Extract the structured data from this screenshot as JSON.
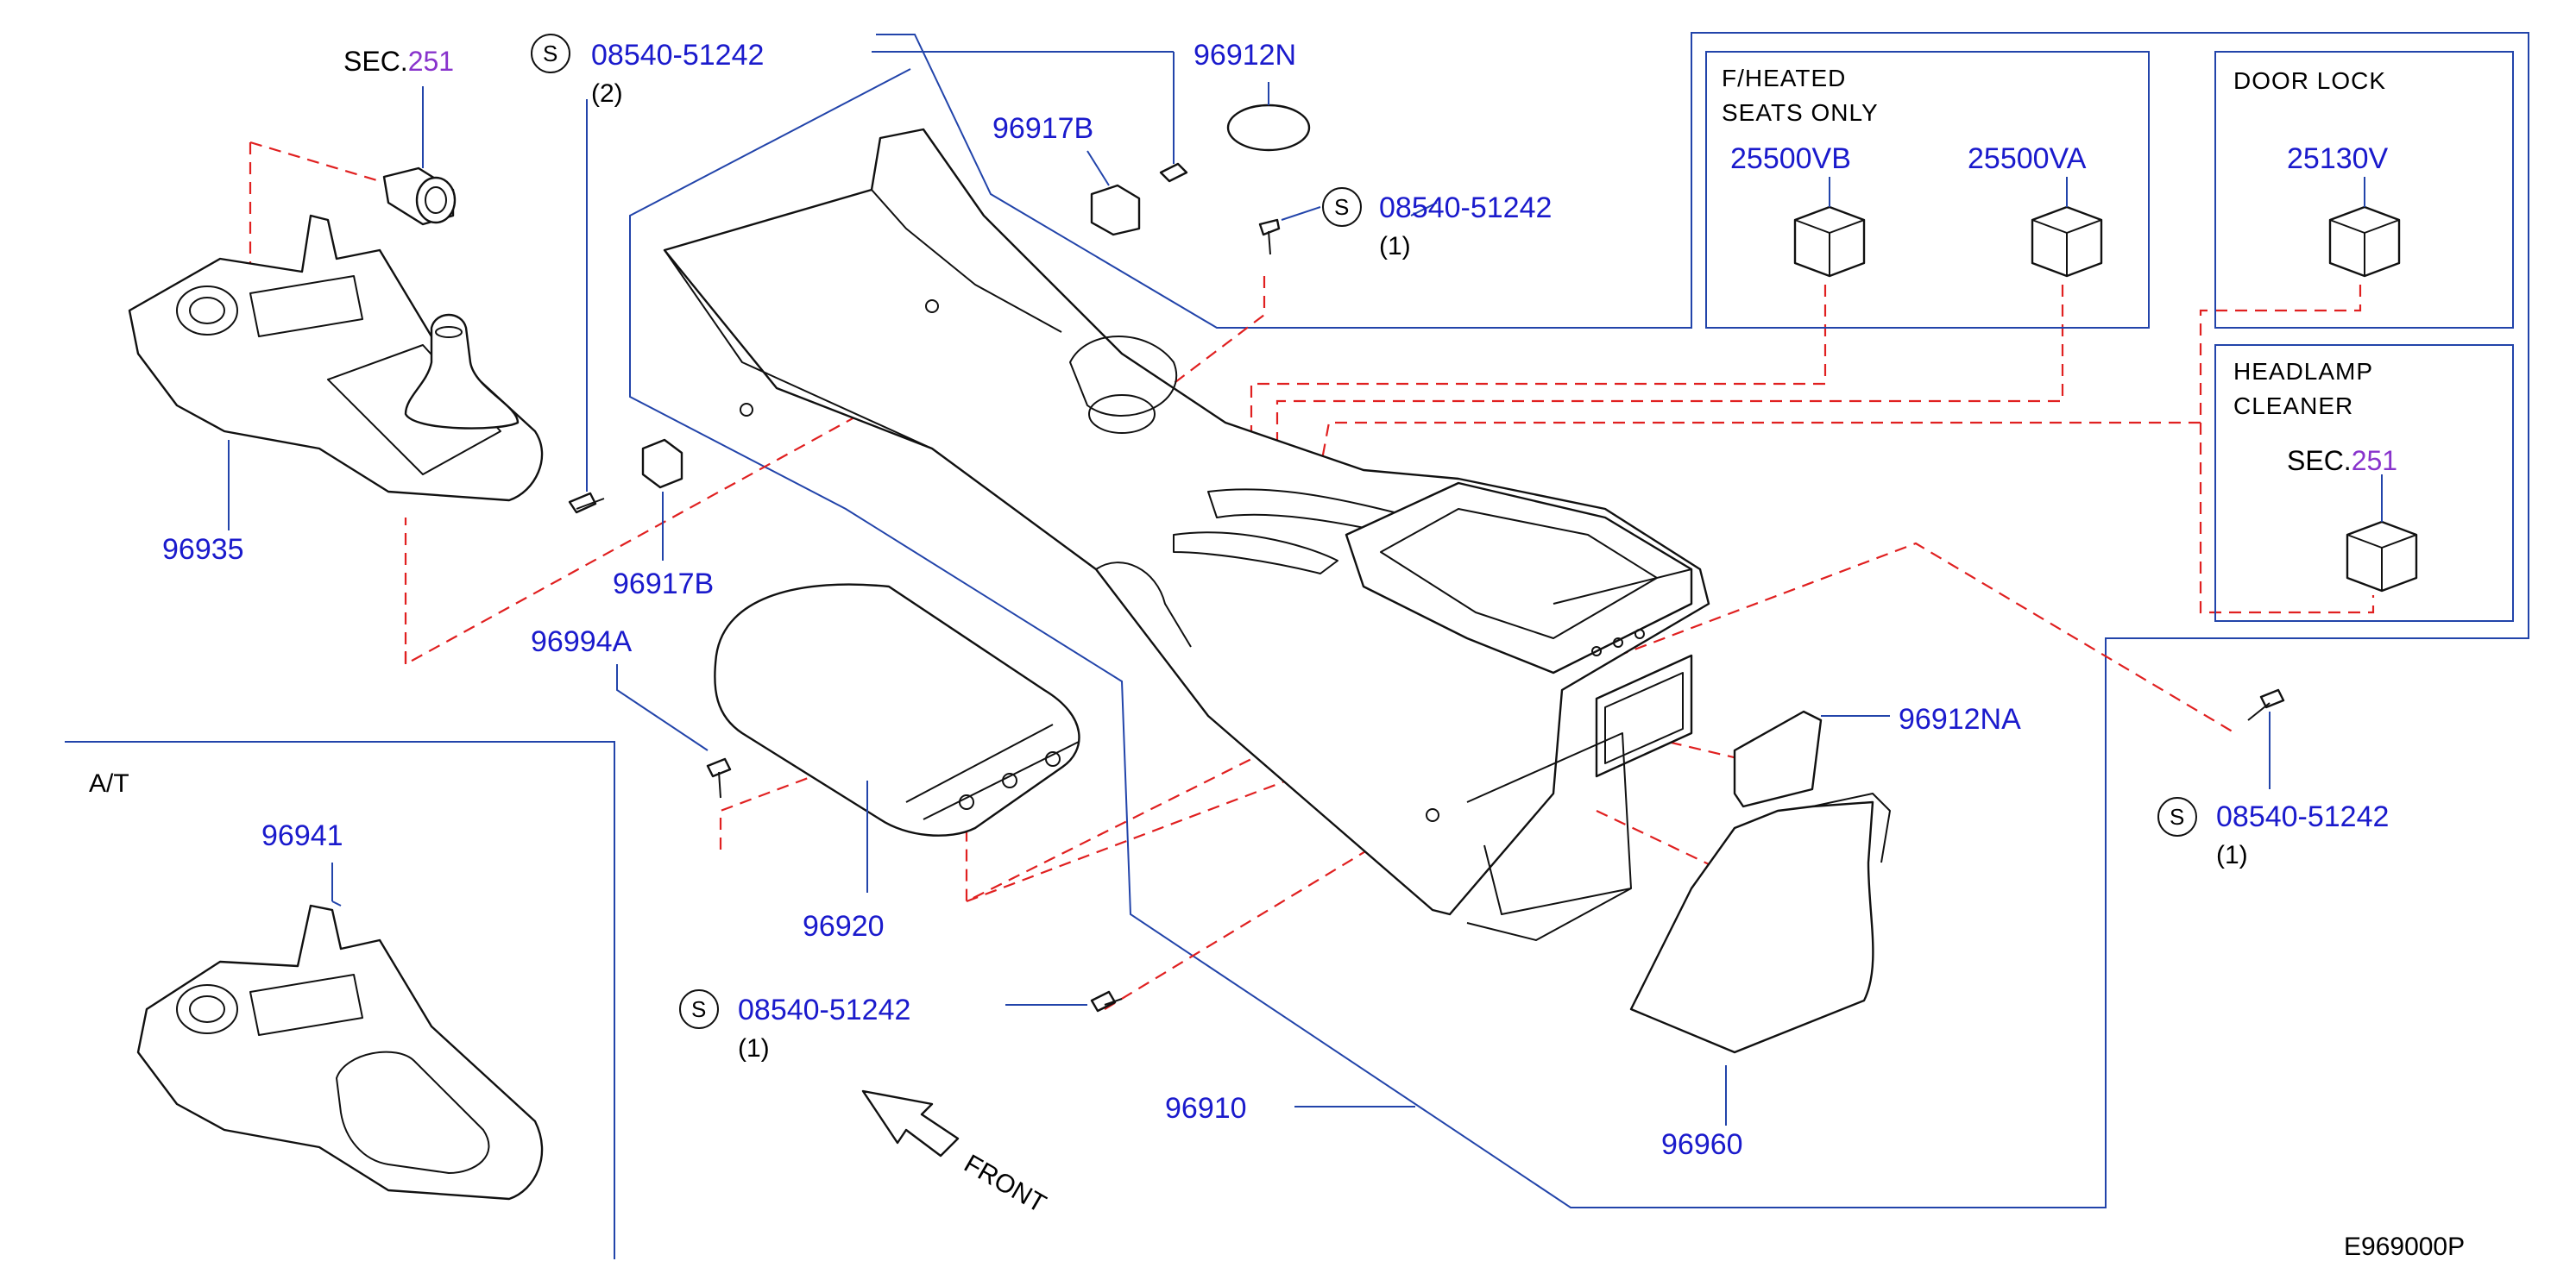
{
  "labels": {
    "sec251_top": {
      "prefix": "SEC.",
      "num": "251"
    },
    "s1": {
      "symbol": "S",
      "pn": "08540-51242",
      "qty": "(2)"
    },
    "p96912N": "96912N",
    "p96917B_top": "96917B",
    "s2": {
      "symbol": "S",
      "pn": "08540-51242",
      "qty": "(1)"
    },
    "p96935": "96935",
    "p96917B_mid": "96917B",
    "p96994A": "96994A",
    "p96920": "96920",
    "s3": {
      "symbol": "S",
      "pn": "08540-51242",
      "qty": "(1)"
    },
    "p96910": "96910",
    "p96960": "96960",
    "p96912NA": "96912NA",
    "s4": {
      "symbol": "S",
      "pn": "08540-51242",
      "qty": "(1)"
    },
    "at_label": "A/T",
    "p96941": "96941",
    "front": "FRONT",
    "drawing_code": "E969000P"
  },
  "boxes": {
    "heated": {
      "title_line1": "F/HEATED",
      "title_line2": "SEATS ONLY",
      "pn_left": "25500VB",
      "pn_right": "25500VA"
    },
    "door_lock": {
      "title": "DOOR LOCK",
      "pn": "25130V"
    },
    "headlamp": {
      "title_line1": "HEADLAMP",
      "title_line2": "CLEANER",
      "sec_prefix": "SEC.",
      "sec_num": "251"
    }
  },
  "colors": {
    "part_number": "#1a1acc",
    "leader": "#2244aa",
    "dashed": "#e02020",
    "sec_num": "#8833cc"
  }
}
